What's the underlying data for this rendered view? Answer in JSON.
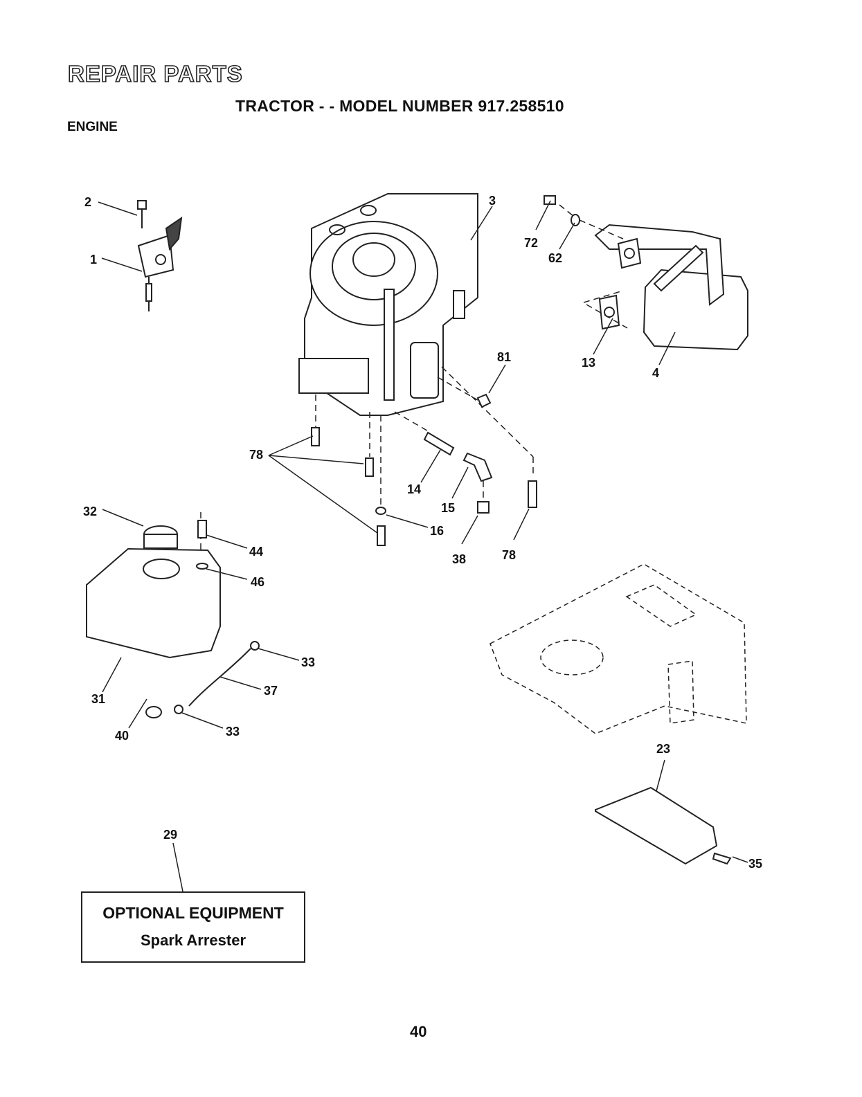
{
  "header": {
    "title": "REPAIR PARTS",
    "subtitle": "TRACTOR - - MODEL NUMBER 917.258510",
    "section": "ENGINE"
  },
  "callouts": {
    "c1": "1",
    "c2": "2",
    "c3": "3",
    "c4": "4",
    "c13": "13",
    "c14": "14",
    "c15": "15",
    "c16": "16",
    "c23": "23",
    "c29": "29",
    "c31": "31",
    "c32": "32",
    "c33a": "33",
    "c33b": "33",
    "c35": "35",
    "c37": "37",
    "c38": "38",
    "c40": "40",
    "c44": "44",
    "c46": "46",
    "c62": "62",
    "c72": "72",
    "c78a": "78",
    "c78b": "78",
    "c81": "81"
  },
  "optional": {
    "title": "OPTIONAL EQUIPMENT",
    "item": "Spark Arrester"
  },
  "footer": {
    "page_number": "40"
  }
}
